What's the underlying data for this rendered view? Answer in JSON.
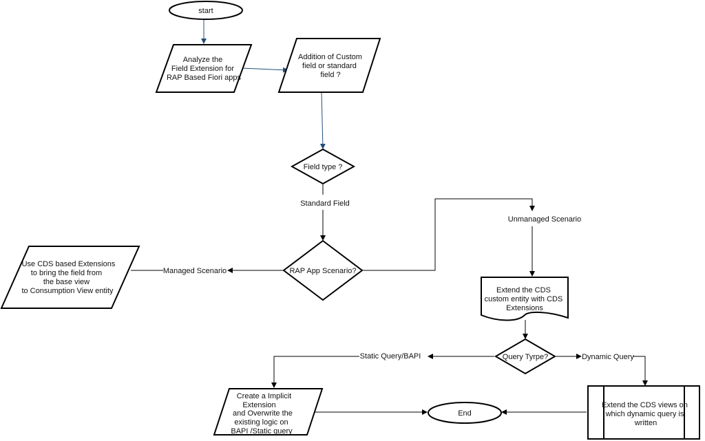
{
  "diagram": {
    "nodes": {
      "start": {
        "label": "start"
      },
      "analyze": {
        "lines": [
          "Analyze the",
          "Field Extension for",
          "RAP Based Fiori apps"
        ]
      },
      "addition": {
        "lines": [
          "Addition of Custom",
          "field or standard",
          "field ?"
        ]
      },
      "field_type": {
        "label": "Field type ?"
      },
      "rap_scenario": {
        "label": "RAP App Scenario?"
      },
      "use_cds": {
        "lines": [
          "Use CDS based Extensions",
          "to bring the field from",
          "the base view",
          "to Consumption View entity"
        ]
      },
      "extend_cds_custom": {
        "lines": [
          "Extend the CDS",
          "custom entity with CDS",
          "Extensions"
        ]
      },
      "query_type": {
        "label": "Query Tyrpe?"
      },
      "create_implicit": {
        "lines": [
          "Create a Implicit",
          "Extension",
          "and Overwrite the",
          "existing logic on",
          "BAPI /Static query"
        ]
      },
      "end": {
        "label": "End"
      },
      "extend_cds_views": {
        "lines": [
          "Extend the CDS views on",
          "which dynamic query is",
          "written"
        ]
      }
    },
    "edge_labels": {
      "standard_field": "Standard  Field",
      "unmanaged": "Unmanaged Scenario",
      "managed": "Managed Scenario",
      "static_query": "Static Query/BAPI",
      "dynamic_query": "Dynamic Query"
    },
    "colors": {
      "blue_connector": "#1f4e79",
      "black_connector": "#000000"
    }
  }
}
